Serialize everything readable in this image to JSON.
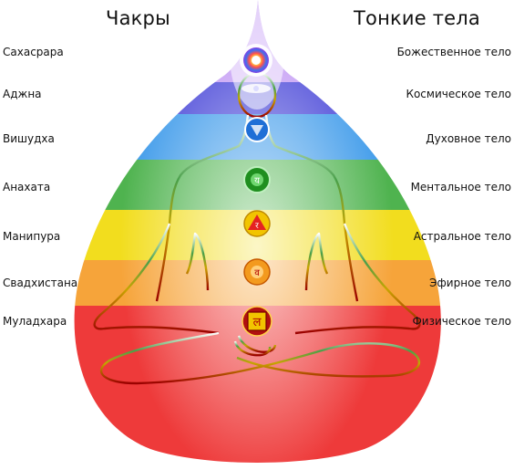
{
  "headings": {
    "chakras": "Чакры",
    "subtle_bodies": "Тонкие тела"
  },
  "rows": [
    {
      "chakra": "Сахасрара",
      "body": "Божественное тело",
      "color": "#7b3fe0",
      "glyph": ""
    },
    {
      "chakra": "Аджна",
      "body": "Космическое тело",
      "color": "#3b3fd8",
      "glyph": ""
    },
    {
      "chakra": "Вишудха",
      "body": "Духовное тело",
      "color": "#2f8be8",
      "glyph": ""
    },
    {
      "chakra": "Анахата",
      "body": "Ментальное тело",
      "color": "#3cae3c",
      "glyph": "य"
    },
    {
      "chakra": "Манипура",
      "body": "Астральное тело",
      "color": "#f0d000",
      "glyph": "र"
    },
    {
      "chakra": "Свадхистана",
      "body": "Эфирное тело",
      "color": "#f39a1e",
      "glyph": "व"
    },
    {
      "chakra": "Муладхара",
      "body": "Физическое тело",
      "color": "#e52222",
      "glyph": "ल"
    }
  ]
}
